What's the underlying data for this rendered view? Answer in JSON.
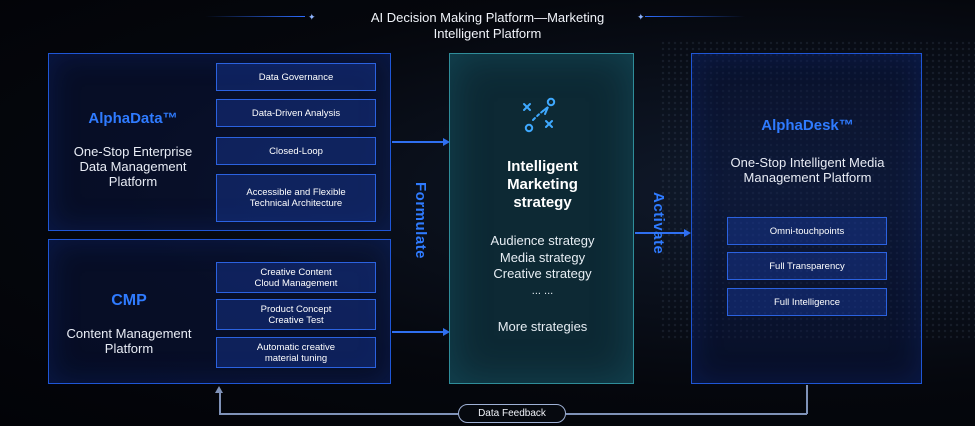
{
  "title": "AI Decision Making Platform—Marketing Intelligent Platform",
  "title_line1": "AI Decision Making Platform—Marketing",
  "title_line2": "Intelligent Platform",
  "alphadata": {
    "brand": "AlphaData™",
    "desc_lines": [
      "One-Stop Enterprise",
      "Data Management",
      "Platform"
    ],
    "chips": [
      "Data Governance",
      "Data-Driven Analysis",
      "Closed-Loop",
      "Accessible and Flexible Technical Architecture"
    ]
  },
  "cmp": {
    "brand": "CMP",
    "desc_lines": [
      "Content Management",
      "Platform"
    ],
    "chips": [
      "Creative Content Cloud Management",
      "Product Concept Creative Test",
      "Automatic creative material tuning"
    ]
  },
  "center": {
    "icon": "strategy-play-icon",
    "heading_lines": [
      "Intelligent",
      "Marketing",
      "strategy"
    ],
    "strategies": [
      "Audience strategy",
      "Media strategy",
      "Creative strategy",
      "... ..."
    ],
    "more": "More strategies"
  },
  "formulate_label": "Formulate",
  "activate_label": "Activate",
  "alphadesk": {
    "brand": "AlphaDesk™",
    "desc_lines": [
      "One-Stop Intelligent Media",
      "Management Platform"
    ],
    "chips": [
      "Omni-touchpoints",
      "Full Transparency",
      "Full Intelligence"
    ]
  },
  "feedback_label": "Data Feedback",
  "colors": {
    "accent": "#2f7bff",
    "panel_border": "#1f56d6",
    "center_border": "#2f8d9a",
    "background": "#05070d"
  }
}
